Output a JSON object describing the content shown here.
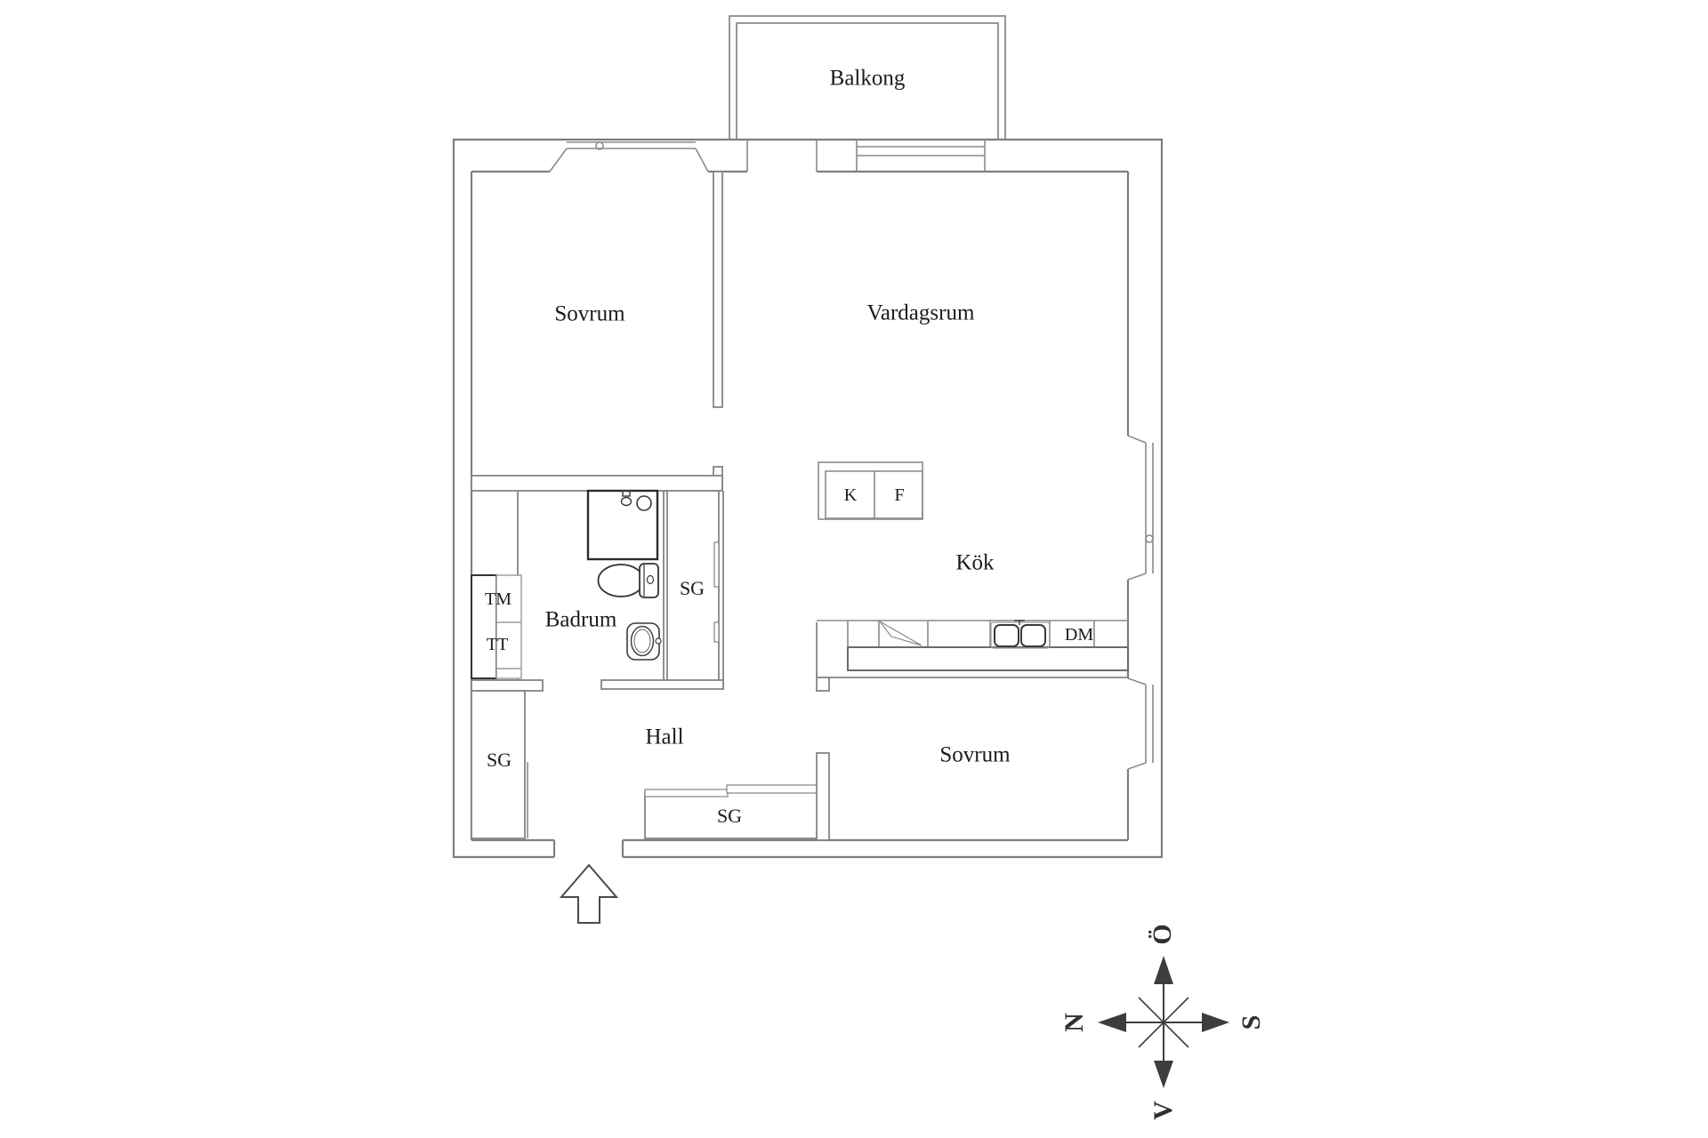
{
  "rooms": {
    "balcony": "Balkong",
    "bedroom_top": "Sovrum",
    "living_room": "Vardagsrum",
    "kitchen": "Kök",
    "bathroom": "Badrum",
    "hall": "Hall",
    "bedroom_bottom": "Sovrum"
  },
  "appliances": {
    "fridge": "K",
    "freezer": "F",
    "dishwasher": "DM",
    "washing_machine": "TM",
    "dryer": "TT"
  },
  "closets": {
    "middle": "SG",
    "lower_left": "SG",
    "hall": "SG"
  },
  "compass": {
    "up": "Ö",
    "left": "N",
    "right": "S",
    "down": "V"
  },
  "colors": {
    "background": "#ffffff",
    "wall_line": "#848484",
    "fixture_line": "#3a3a3a",
    "counter_line": "#6a6a6a",
    "compass_line": "#3d3d3d",
    "text": "#1b1b1b"
  }
}
